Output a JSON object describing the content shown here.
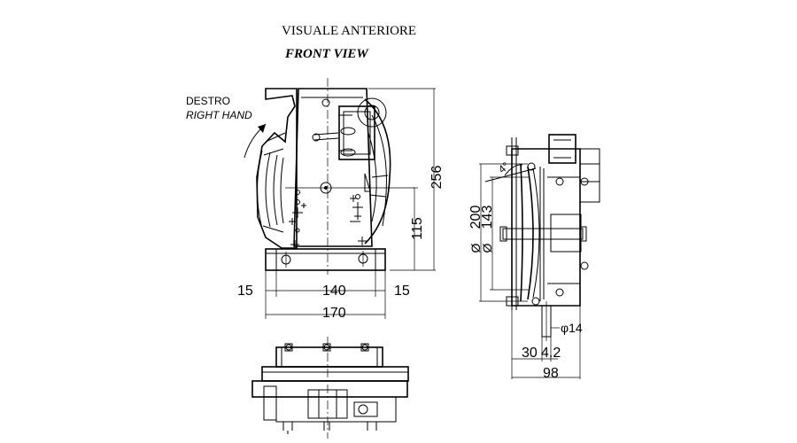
{
  "titles": {
    "it": "VISUALE ANTERIORE",
    "en": "FRONT VIEW"
  },
  "hand": {
    "it": "DESTRO",
    "en": "RIGHT HAND"
  },
  "front_dims": {
    "height_total": "256",
    "height_axis": "115",
    "left_margin": "15",
    "base_center": "140",
    "right_margin": "15",
    "base_total": "170"
  },
  "side_dims": {
    "dia_outer": "200",
    "dia_pulley": "143",
    "phi_outer": "Ø",
    "phi_pulley": "Ø",
    "shaft": "φ14",
    "offset_a": "30",
    "offset_b": "4.2",
    "depth_total": "98",
    "angle_mark": "4°"
  }
}
